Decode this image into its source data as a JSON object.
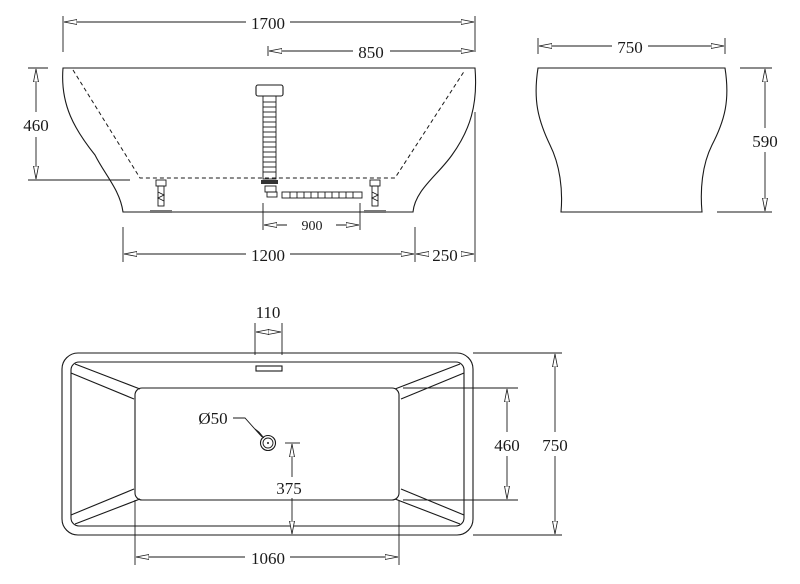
{
  "drawing": {
    "subject": "Freestanding bathtub dimension drawing",
    "units": "mm",
    "stroke_color": "#1a1a1a",
    "background": "#ffffff"
  },
  "side_view": {
    "overall_length": "1700",
    "drain_offset": "850",
    "depth": "460",
    "base_length": "1200",
    "overhang": "250",
    "drain_pipe_length": "900"
  },
  "end_view": {
    "width": "750",
    "height": "590"
  },
  "top_view": {
    "overflow_width": "110",
    "drain_diameter": "Ø50",
    "drain_to_edge": "375",
    "inner_width": "460",
    "outer_width": "750",
    "inner_length": "1060"
  }
}
